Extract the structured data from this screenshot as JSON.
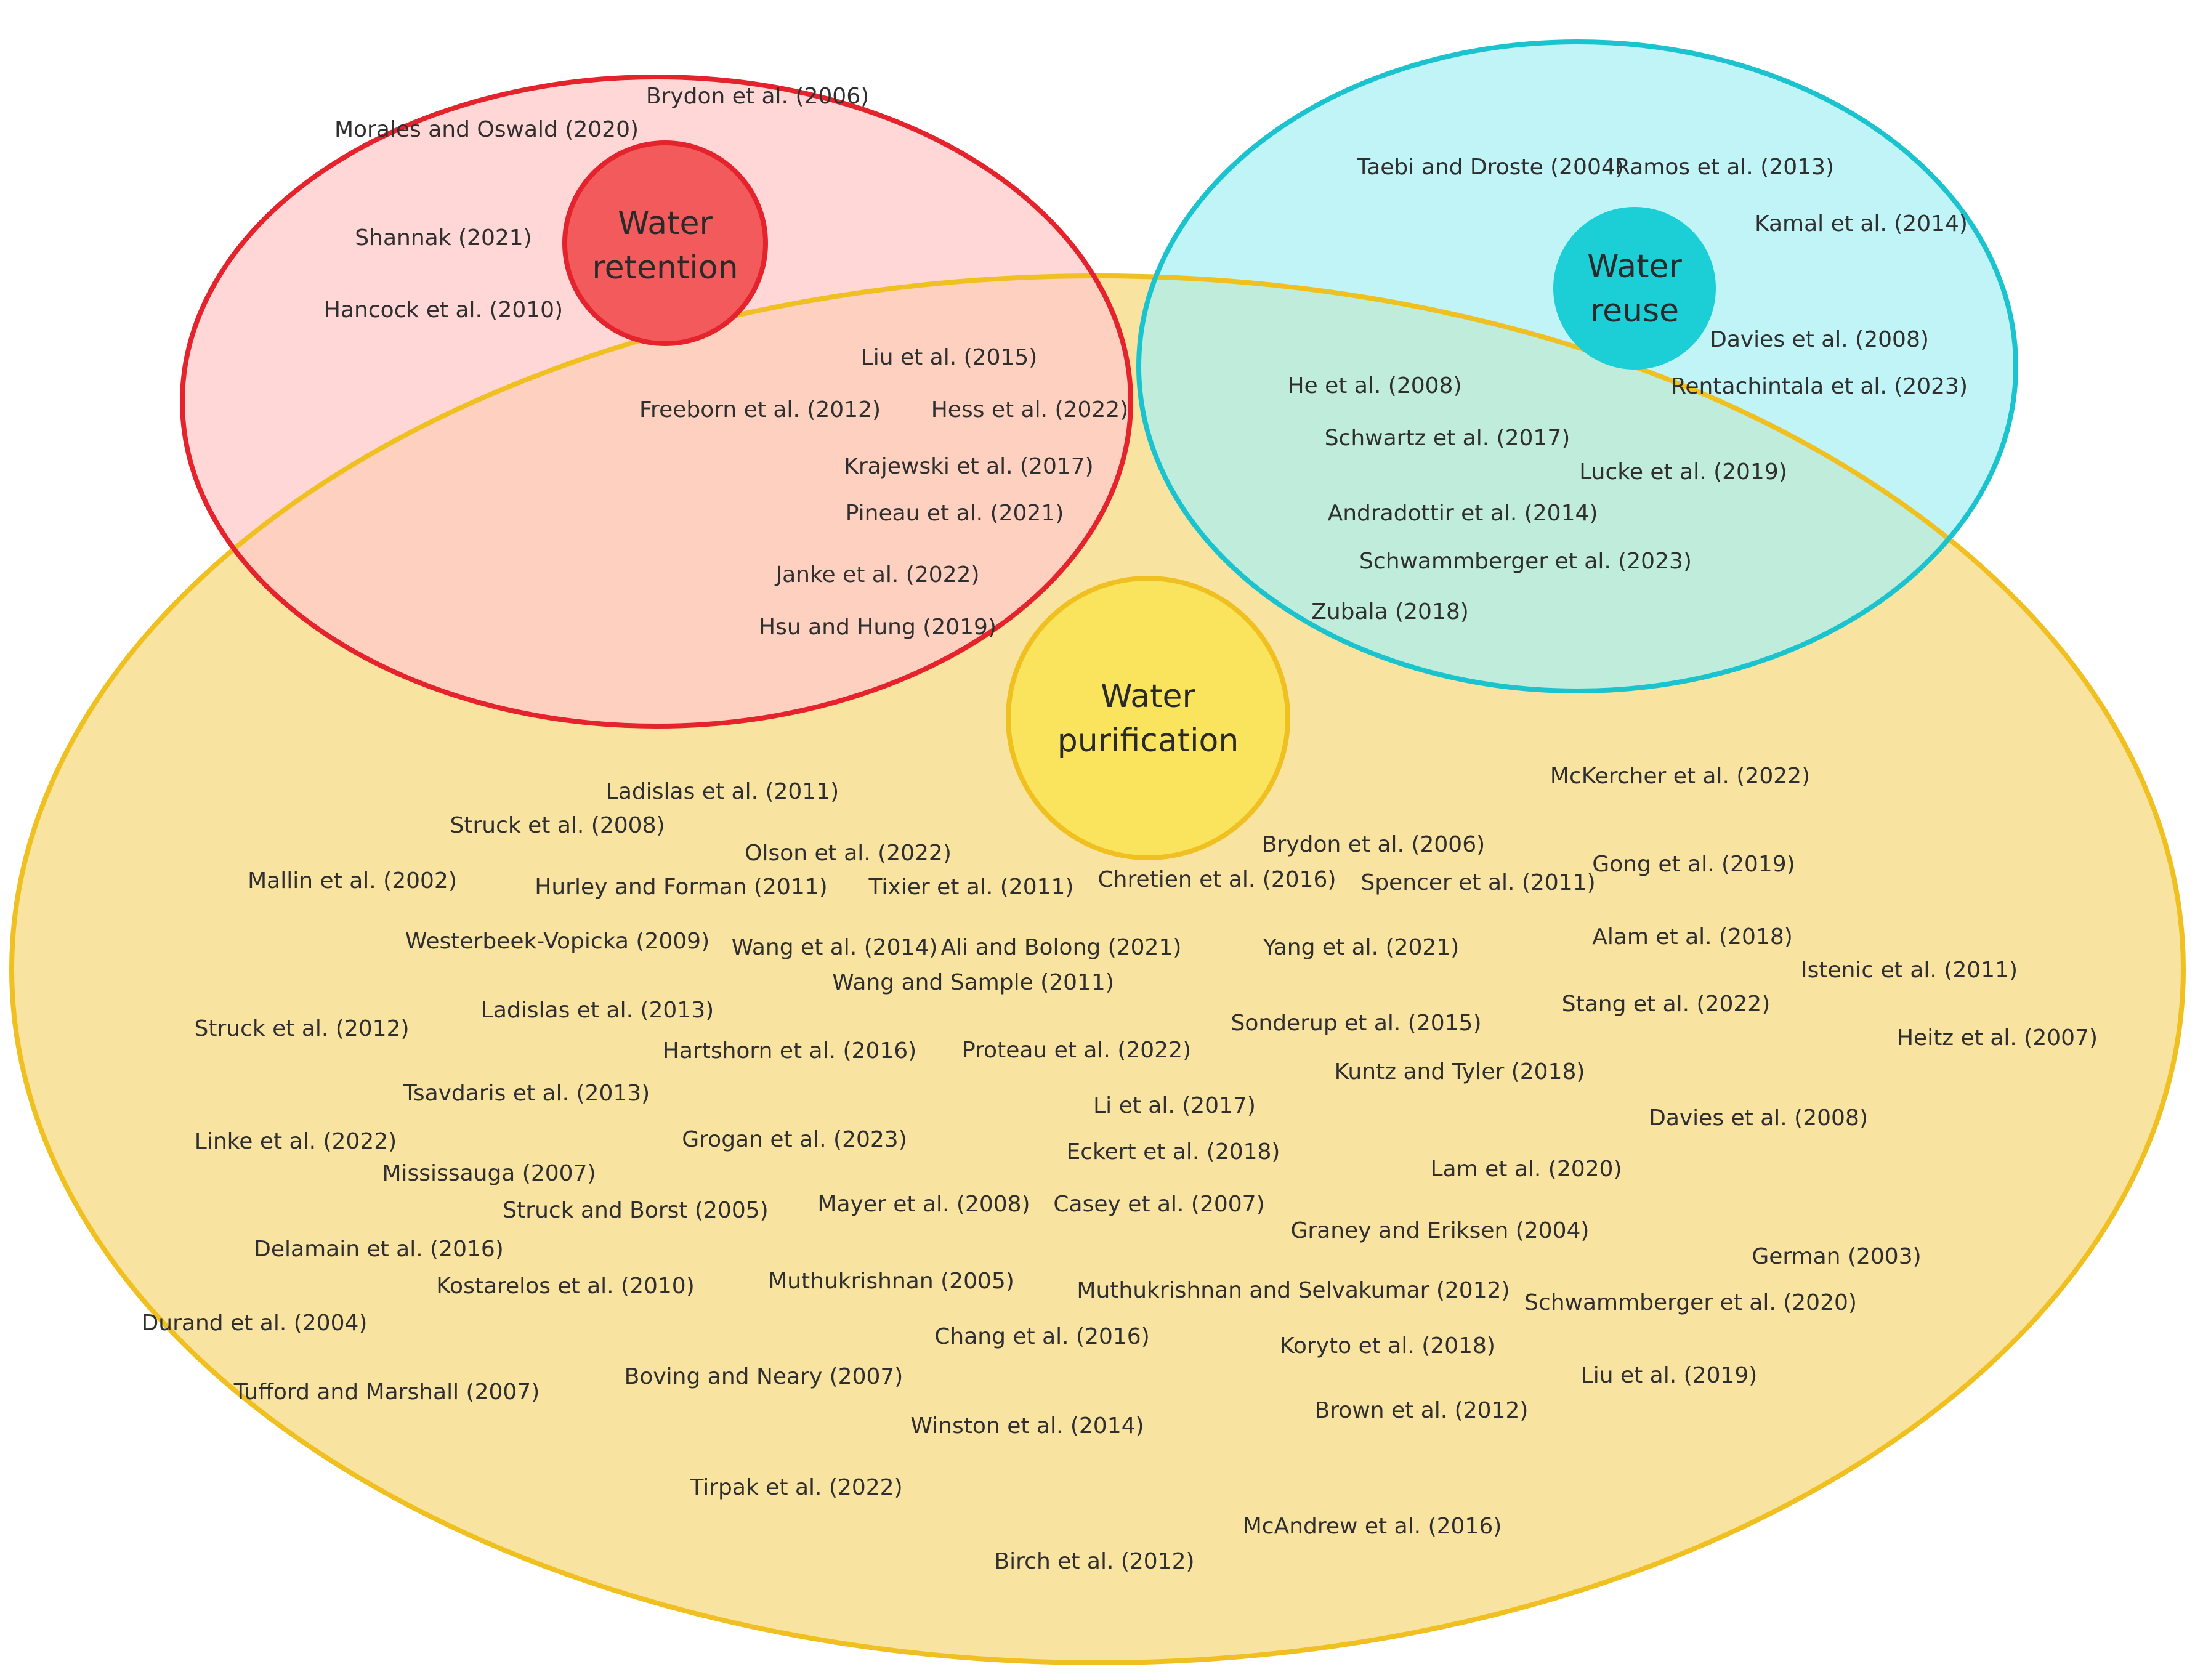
{
  "colors": {
    "retention_edge": "#E5232C",
    "retention_fill": "#FFC9C9",
    "reuse_edge": "#1BC3CE",
    "reuse_fill": "#A6F0F4",
    "purification_edge": "#F0C020",
    "purification_fill": "#F8E3A0",
    "retention_hub": "#F25A5C",
    "reuse_hub": "#1CCFD7",
    "purification_hub": "#FAE45E",
    "text": "#2f2f2f"
  },
  "sets": {
    "retention": {
      "line1": "Water",
      "line2": "retention"
    },
    "reuse": {
      "line1": "Water",
      "line2": "reuse"
    },
    "purification": {
      "line1": "Water",
      "line2": "purification"
    }
  },
  "retention_only": [
    "Brydon et al. (2006)",
    "Morales and Oswald (2020)",
    "Shannak (2021)",
    "Hancock et al. (2010)"
  ],
  "reuse_only": [
    "Taebi and Droste (2004)",
    "Ramos et al. (2013)",
    "Kamal et al. (2014)",
    "Davies et al. (2008)",
    "Rentachintala et al. (2023)"
  ],
  "retention_and_purification": [
    "Liu et al. (2015)",
    "Freeborn et al. (2012)",
    "Hess et al. (2022)",
    "Krajewski et al. (2017)",
    "Pineau et al. (2021)",
    "Janke et al. (2022)",
    "Hsu and Hung (2019)"
  ],
  "reuse_and_purification": [
    "He et al. (2008)",
    "Schwartz et al. (2017)",
    "Lucke et al. (2019)",
    "Andradottir et al. (2014)",
    "Schwammberger et al. (2023)",
    "Zubala (2018)"
  ],
  "purification_only": [
    "Ladislas et al. (2011)",
    "McKercher et al. (2022)",
    "Struck et al. (2008)",
    "Olson et al. (2022)",
    "Brydon et al. (2006)",
    "Mallin et al. (2002)",
    "Hurley and Forman (2011)",
    "Tixier et al. (2011)",
    "Chretien et al. (2016)",
    "Spencer et al. (2011)",
    "Gong et al. (2019)",
    "Westerbeek-Vopicka (2009)",
    "Wang et al. (2014)",
    "Ali and Bolong (2021)",
    "Yang et al. (2021)",
    "Alam et al. (2018)",
    "Wang  and Sample (2011)",
    "Istenic et al. (2011)",
    "Ladislas et al. (2013)",
    "Stang et al. (2022)",
    "Struck et al. (2012)",
    "Sonderup et al. (2015)",
    "Hartshorn et al. (2016)",
    "Proteau et al. (2022)",
    "Heitz et al. (2007)",
    "Kuntz and Tyler (2018)",
    "Tsavdaris et al. (2013)",
    "Li et al. (2017)",
    "Davies et al. (2008)",
    "Linke et al. (2022)",
    "Grogan et al. (2023)",
    "Eckert et al. (2018)",
    "Mississauga (2007)",
    "Lam et al. (2020)",
    "Struck and Borst (2005)",
    "Mayer et al. (2008)",
    "Casey et al. (2007)",
    "Graney and Eriksen (2004)",
    "Delamain et al. (2016)",
    "German (2003)",
    "Kostarelos et al. (2010)",
    "Muthukrishnan (2005)",
    "Muthukrishnan and Selvakumar (2012)",
    "Schwammberger et al. (2020)",
    "Durand et al. (2004)",
    "Chang et al. (2016)",
    "Koryto et al. (2018)",
    "Tufford and Marshall (2007)",
    "Boving and Neary (2007)",
    "Liu et al. (2019)",
    "Brown et al. (2012)",
    "Winston et al. (2014)",
    "Tirpak et al. (2022)",
    "McAndrew et al. (2016)",
    "Birch et al. (2012)"
  ]
}
